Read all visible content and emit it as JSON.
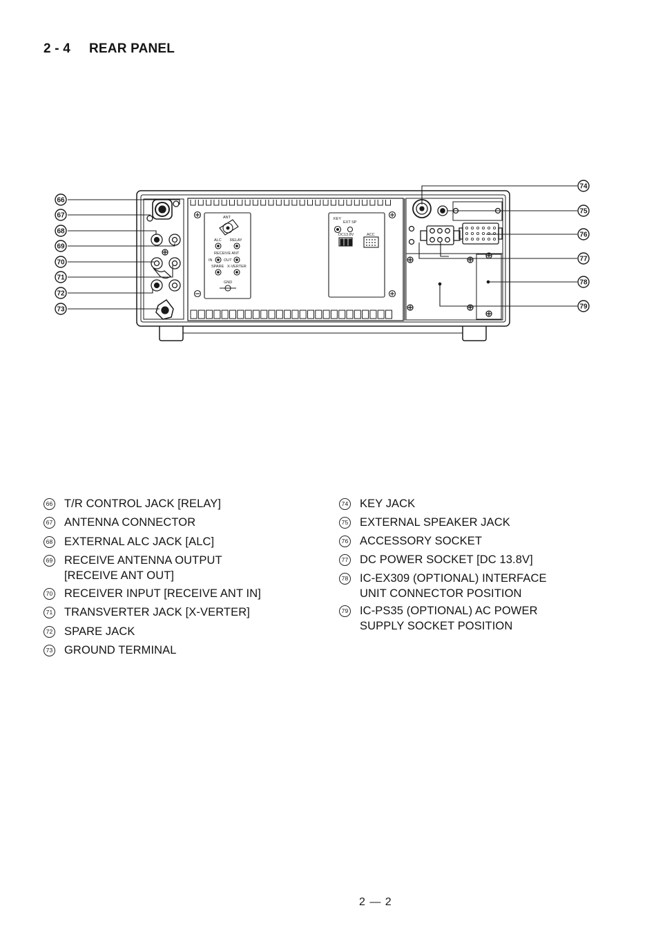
{
  "section": {
    "number": "2 - 4",
    "title": "REAR PANEL"
  },
  "diagram": {
    "callouts_left": [
      "66",
      "67",
      "68",
      "69",
      "70",
      "71",
      "72",
      "73"
    ],
    "callouts_right": [
      "74",
      "75",
      "76",
      "77",
      "78",
      "79"
    ],
    "panel_labels": {
      "ant": "ANT",
      "alc": "ALC",
      "relay": "RELAY",
      "receive_ant": "RECEIVE ANT",
      "in": "IN",
      "out": "OUT",
      "spare": "SPARE",
      "x_verter": "X-VERTER",
      "gnd": "GND",
      "key": "KEY",
      "ext_sp": "EXT SP",
      "dc": "DC13.8V",
      "acc": "ACC"
    }
  },
  "legend_left": [
    {
      "num": "66",
      "lines": [
        "T/R CONTROL JACK [RELAY]"
      ]
    },
    {
      "num": "67",
      "lines": [
        "ANTENNA CONNECTOR"
      ]
    },
    {
      "num": "68",
      "lines": [
        "EXTERNAL ALC JACK [ALC]"
      ]
    },
    {
      "num": "69",
      "lines": [
        "RECEIVE ANTENNA OUTPUT",
        "[RECEIVE ANT OUT]"
      ]
    },
    {
      "num": "70",
      "lines": [
        "RECEIVER INPUT [RECEIVE ANT IN]"
      ]
    },
    {
      "num": "71",
      "lines": [
        "TRANSVERTER JACK [X-VERTER]"
      ]
    },
    {
      "num": "72",
      "lines": [
        "SPARE JACK"
      ]
    },
    {
      "num": "73",
      "lines": [
        "GROUND TERMINAL"
      ]
    }
  ],
  "legend_right": [
    {
      "num": "74",
      "lines": [
        "KEY JACK"
      ]
    },
    {
      "num": "75",
      "lines": [
        "EXTERNAL SPEAKER JACK"
      ]
    },
    {
      "num": "76",
      "lines": [
        "ACCESSORY SOCKET"
      ]
    },
    {
      "num": "77",
      "lines": [
        "DC POWER SOCKET [DC 13.8V]"
      ]
    },
    {
      "num": "78",
      "lines": [
        "IC-EX309 (OPTIONAL) INTERFACE",
        "UNIT CONNECTOR POSITION"
      ]
    },
    {
      "num": "79",
      "lines": [
        "IC-PS35 (OPTIONAL) AC POWER",
        "SUPPLY SOCKET POSITION"
      ]
    }
  ],
  "page_number": "2 — 2"
}
